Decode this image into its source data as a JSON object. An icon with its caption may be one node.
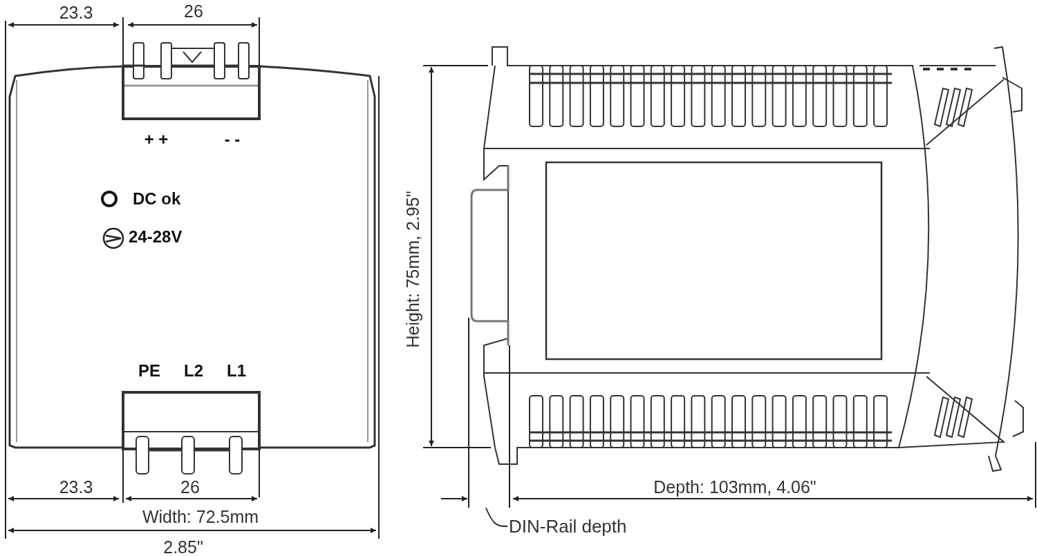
{
  "diagram": {
    "nodes": [
      {
        "text": [
          "DIN-Rail depth"
        ]
      },
      {
        "text": [],
        "shape": "picture"
      }
    ],
    "edges": [
      {
        "from": 0,
        "to": 1,
        "arrow": "none"
      }
    ],
    "labels": [
      "23.3",
      "26",
      "+ +",
      "- -",
      "DC ok",
      "24-28V",
      "Height: 75mm, 2.95\"",
      "PE",
      "L2",
      "L1",
      "23.3",
      "26",
      "Width: 72.5mm",
      "2.85\"",
      "Depth: 103mm, 4.06\""
    ]
  }
}
